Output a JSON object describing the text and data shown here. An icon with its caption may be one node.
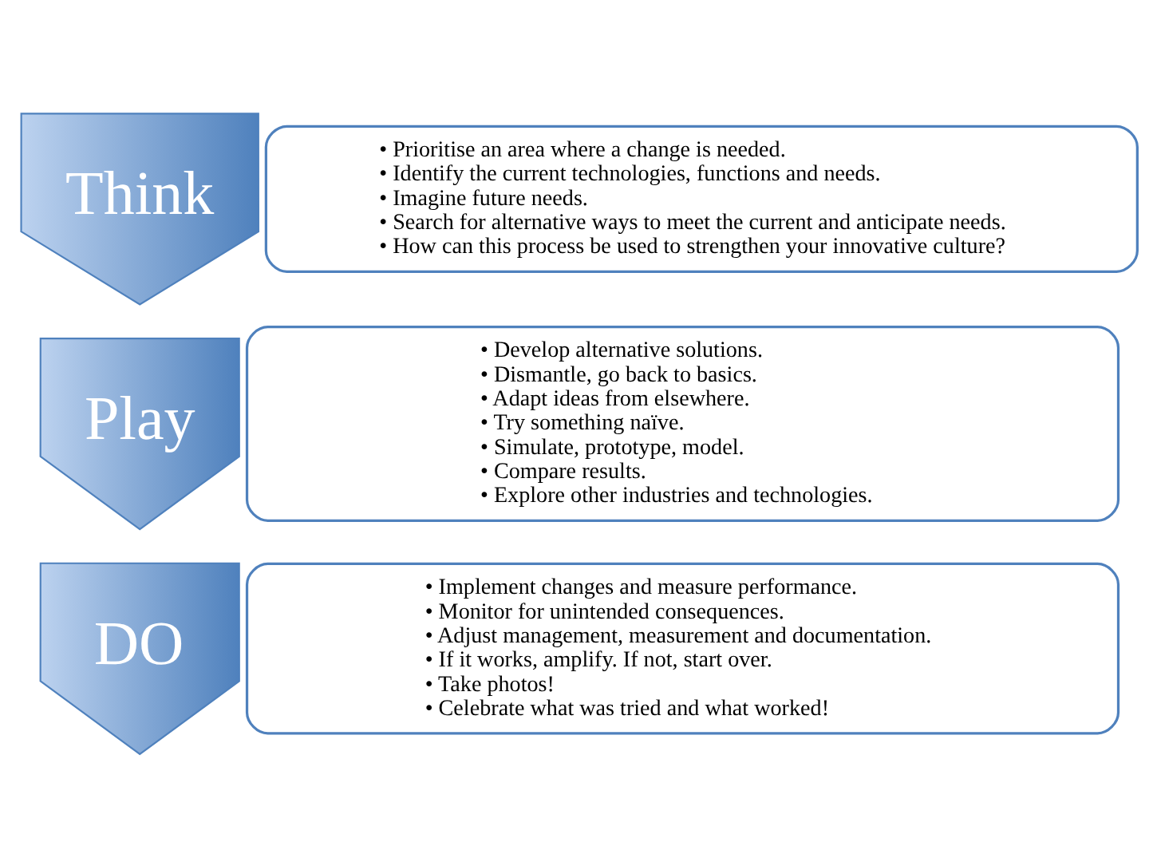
{
  "diagram": {
    "nodes": [
      {
        "text": [
          "Think"
        ]
      },
      {
        "text": [
          "• Prioritise an area where a change is needed.",
          "• Identify the current technologies, functions and needs.",
          "• Imagine future needs.",
          "• Search for alternative ways to meet the current and anticipate needs.",
          "• How can this process be used to strengthen your innovative culture?"
        ]
      },
      {
        "text": [
          "Play"
        ]
      },
      {
        "text": [
          "• Develop alternative solutions.",
          "• Dismantle, go back to basics.",
          "• Adapt ideas from elsewhere.",
          "• Try something naïve.",
          "• Simulate, prototype, model.",
          "• Compare results.",
          "• Explore other industries and technologies."
        ]
      },
      {
        "text": [
          "DO"
        ]
      },
      {
        "text": [
          "• Implement changes and measure performance.",
          "• Monitor for unintended consequences.",
          "• Adjust management, measurement and documentation.",
          "• If it works, amplify. If not, start over.",
          "• Take photos!",
          "• Celebrate what was tried and what worked!"
        ]
      }
    ],
    "edges": []
  }
}
